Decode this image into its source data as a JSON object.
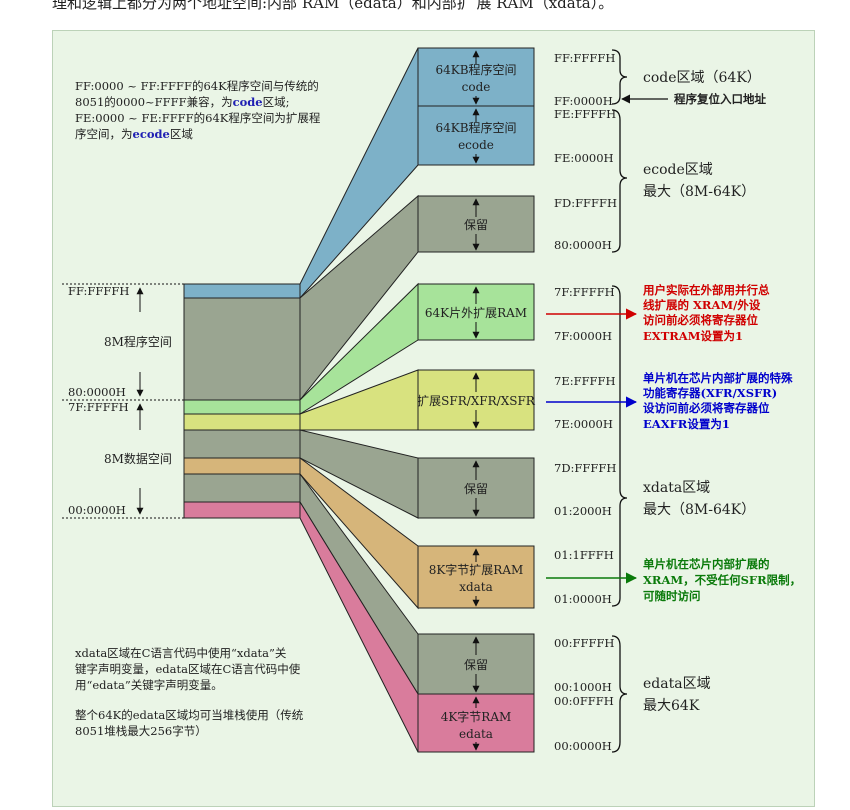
{
  "top_text": "理和逻辑上都分为两个地址空间:内部 RAM（edata）和内部扩 展 RAM（xdata）。",
  "colors": {
    "code": "#7db1c8",
    "gray": "#9aa591",
    "green": "#a7e39a",
    "yellow": "#d8e27f",
    "tan": "#d6b57a",
    "pink": "#d97c9c",
    "red": "#d00000",
    "blue": "#0000cc",
    "dkgreen": "#0a7a0a",
    "navy": "#1f1fb3"
  },
  "note_top": {
    "lines": [
      [
        "FF:0000 ~ FF:FFFF的64K程序空间与传统的"
      ],
      [
        "8051的0000~FFFF兼容，为",
        "code",
        "区域;"
      ],
      [
        "FE:0000 ~ FE:FFFF的64K程序空间为扩展程"
      ],
      [
        "序空间，为",
        "ecode",
        "区域"
      ]
    ]
  },
  "note_bottom": {
    "lines": [
      "xdata区域在C语言代码中使用“xdata”关",
      "键字声明变量，edata区域在C语言代码中使",
      "用“edata”关键字声明变量。",
      "",
      "整个64K的edata区域均可当堆栈使用（传统",
      "8051堆栈最大256字节）"
    ]
  },
  "left_labels": {
    "a_ffffff": "FF:FFFFH",
    "prog_space": "8M程序空间",
    "a_800000": "80:0000H",
    "a_7fffff": "7F:FFFFH",
    "data_space": "8M数据空间",
    "a_000000": "00:0000H"
  },
  "blocks": {
    "code": [
      "64KB程序空间",
      "code"
    ],
    "ecode": [
      "64KB程序空间",
      "ecode"
    ],
    "rsv1": [
      "保留"
    ],
    "ext": [
      "64K片外扩展RAM"
    ],
    "sfr": [
      "扩展SFR/XFR/XSFR"
    ],
    "rsv2": [
      "保留"
    ],
    "xram8k": [
      "8K字节扩展RAM",
      "xdata"
    ],
    "rsv3": [
      "保留"
    ],
    "ram4k": [
      "4K字节RAM",
      "edata"
    ]
  },
  "addresses": {
    "a1": "FF:FFFFH",
    "a2": "FF:0000H",
    "a3": "FE:FFFFH",
    "a4": "FE:0000H",
    "a5": "FD:FFFFH",
    "a6": "80:0000H",
    "a7": "7F:FFFFH",
    "a8": "7F:0000H",
    "a9": "7E:FFFFH",
    "a10": "7E:0000H",
    "a11": "7D:FFFFH",
    "a12": "01:2000H",
    "a13": "01:1FFFH",
    "a14": "01:0000H",
    "a15": "00:FFFFH",
    "a16": "00:1000H",
    "a17": "00:0FFFH",
    "a18": "00:0000H"
  },
  "regions": {
    "code": "code区域（64K）",
    "ecode_l1": "ecode区域",
    "ecode_l2": "最大（8M-64K）",
    "xdata_l1": "xdata区域",
    "xdata_l2": "最大（8M-64K）",
    "edata_l1": "edata区域",
    "edata_l2": "最大64K"
  },
  "annotations": {
    "reset": "程序复位入口地址",
    "ext_lines": [
      "用户实际在外部用并行总",
      "线扩展的 XRAM/外设",
      "访问前必须将寄存器位",
      "EXTRAM设置为1"
    ],
    "sfr_lines": [
      "单片机在芯片内部扩展的特殊",
      "功能寄存器(XFR/XSFR)",
      "设访问前必须将寄存器位",
      "EAXFR设置为1"
    ],
    "xram_lines": [
      "单片机在芯片内部扩展的",
      "XRAM，不受任何SFR限制，",
      "可随时访问"
    ]
  }
}
